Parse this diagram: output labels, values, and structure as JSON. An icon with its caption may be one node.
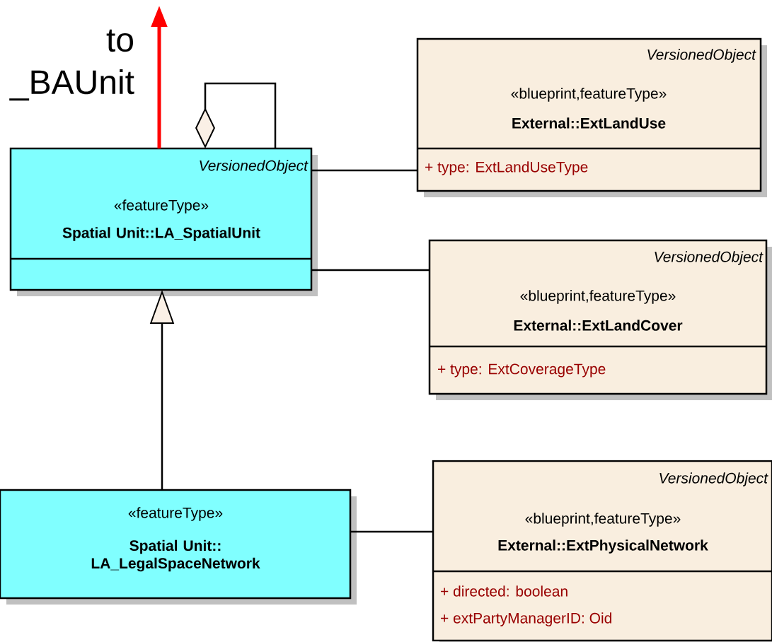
{
  "diagram": {
    "nodes": [
      {
        "text": [
          "VersionedObject",
          "«featureType»",
          "Spatial Unit::LA_SpatialUnit"
        ]
      },
      {
        "text": [
          "VersionedObject",
          "«blueprint,featureType»",
          "External::ExtLandUse",
          "+ type: ExtLandUseType"
        ]
      },
      {
        "text": [
          "VersionedObject",
          "«blueprint,featureType»",
          "External::ExtLandCover",
          "+ type: ExtCoverageType"
        ]
      },
      {
        "text": [
          "«featureType»",
          "Spatial Unit:: LA_LegalSpaceNetwork"
        ]
      },
      {
        "text": [
          "VersionedObject",
          "«blueprint,featureType»",
          "External::ExtPhysicalNetwork",
          "+ directed: boolean",
          "+ extPartyManagerID: Oid"
        ]
      }
    ],
    "edges": [
      {
        "from": 0,
        "to": null,
        "arrow": "to",
        "style": "thick",
        "color": "#ff0000",
        "label": "to _BAUnit"
      },
      {
        "from": 0,
        "to": 0,
        "arrow": "other"
      },
      {
        "from": 0,
        "to": 1,
        "arrow": "none"
      },
      {
        "from": 0,
        "to": 2,
        "arrow": "none"
      },
      {
        "from": 3,
        "to": 0,
        "arrow": "to"
      },
      {
        "from": 3,
        "to": 4,
        "arrow": "none"
      }
    ]
  }
}
